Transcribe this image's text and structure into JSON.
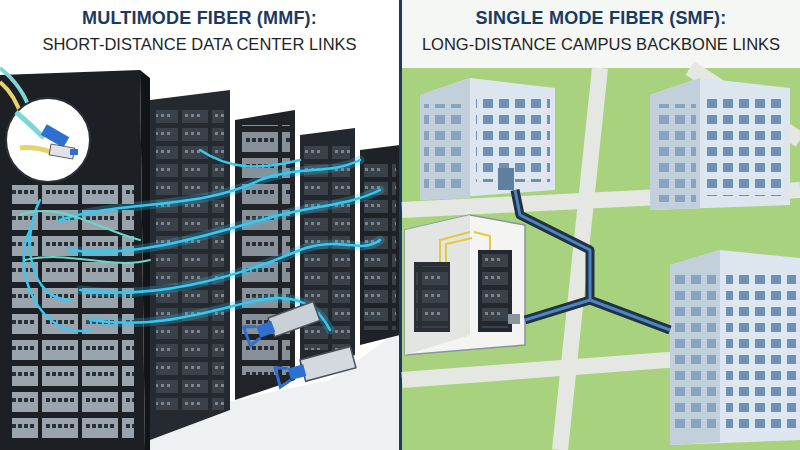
{
  "diagram": {
    "nodes": [
      {
        "text": [
          "MULTIMODE FIBER (MMF):",
          "SHORT-DISTANCE DATA CENTER LINKS"
        ]
      },
      {
        "text": [
          "SINGLE MODE FIBER (SMF):",
          "LONG-DISTANCE CAMPUS BACKBONE LINKS"
        ]
      }
    ]
  }
}
